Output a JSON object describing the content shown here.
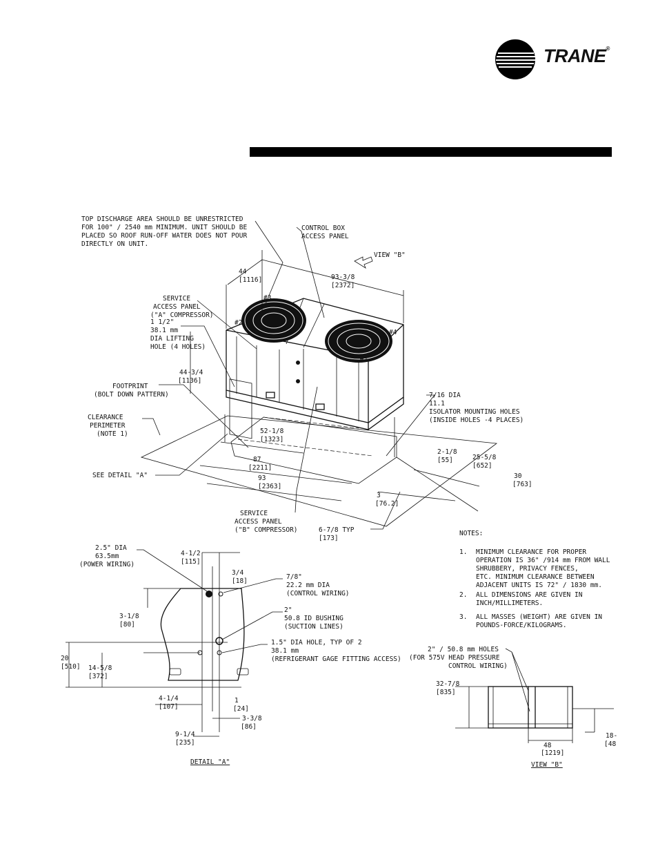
{
  "brand": {
    "name": "TRANE",
    "registered_mark": "®"
  },
  "main_view": {
    "top_discharge_note": [
      "TOP DISCHARGE AREA SHOULD BE UNRESTRICTED",
      "FOR 100\" / 2540 mm MINIMUM.  UNIT SHOULD BE",
      "PLACED SO ROOF RUN-OFF WATER DOES NOT POUR",
      "DIRECTLY ON UNIT."
    ],
    "control_box": [
      "CONTROL BOX",
      "ACCESS PANEL"
    ],
    "view_b_marker": "VIEW \"B\"",
    "dim_44": [
      "44",
      "[1116]"
    ],
    "dim_93_3_8": [
      "93-3/8",
      "[2372]"
    ],
    "service_panel_a": [
      "SERVICE",
      "ACCESS PANEL",
      "(\"A\" COMPRESSOR)"
    ],
    "lifting_hole": [
      "1 1/2\"",
      "38.1 mm",
      "DIA LIFTING",
      "HOLE (4 HOLES)"
    ],
    "dim_44_3_4": [
      "44-3/4",
      "[1136]"
    ],
    "footprint": [
      "FOOTPRINT",
      "(BOLT DOWN PATTERN)"
    ],
    "clearance": [
      "CLEARANCE",
      "PERIMETER",
      "(NOTE 1)"
    ],
    "isolator": [
      "7/16     DIA",
      "11.1",
      "ISOLATOR MOUNTING HOLES",
      "(INSIDE HOLES -4 PLACES)"
    ],
    "dim_52_1_8": [
      "52-1/8",
      "[1323]"
    ],
    "dim_87": [
      "87",
      "[2211]"
    ],
    "dim_93": [
      "93",
      "[2363]"
    ],
    "dim_2_1_8": [
      "2-1/8",
      "[55]"
    ],
    "dim_25_5_8": [
      "25-5/8",
      "[652]"
    ],
    "dim_30": [
      "30",
      "[763]"
    ],
    "dim_3": [
      "3",
      "[76.2]"
    ],
    "see_detail": "SEE DETAIL \"A\"",
    "service_panel_b": [
      "SERVICE",
      "ACCESS PANEL",
      "(\"B\" COMPRESSOR)"
    ],
    "dim_6_7_8": [
      "6-7/8 TYP",
      "[173]"
    ],
    "fan_tags": [
      "#3",
      "#2",
      "#4",
      "#1"
    ]
  },
  "detail_a": {
    "power_hole": [
      "2.5\"      DIA",
      "63.5mm",
      "(POWER WIRING)"
    ],
    "dim_4_1_2": [
      "4-1/2",
      "[115]"
    ],
    "dim_3_4": [
      "3/4",
      "[18]"
    ],
    "control_hole": [
      "7/8\"",
      "22.2 mm  DIA",
      "(CONTROL WIRING)"
    ],
    "dim_3_1_8": [
      "3-1/8",
      "[80]"
    ],
    "suction": [
      "2\"",
      "50.8   ID BUSHING",
      "(SUCTION LINES)"
    ],
    "gage_hole": [
      "1.5\"      DIA HOLE, TYP OF 2",
      "38.1 mm",
      "(REFRIGERANT GAGE FITTING ACCESS)"
    ],
    "dim_20": [
      "20",
      "[510]"
    ],
    "dim_14_5_8": [
      "14-5/8",
      "[372]"
    ],
    "dim_4_1_4": [
      "4-1/4",
      "[107]"
    ],
    "dim_1": [
      "1",
      "[24]"
    ],
    "dim_3_3_8": [
      "3-3/8",
      "[86]"
    ],
    "dim_9_1_4": [
      "9-1/4",
      "[235]"
    ],
    "caption": "DETAIL \"A\""
  },
  "notes": {
    "heading": "NOTES:",
    "items": [
      {
        "num": "1.",
        "lines": [
          "MINIMUM CLEARANCE FOR PROPER",
          "OPERATION IS 36\" /914 mm FROM WALL",
          "SHRUBBERY, PRIVACY FENCES,",
          "ETC.  MINIMUM CLEARANCE BETWEEN",
          "ADJACENT UNITS IS 72\" / 1830 mm."
        ]
      },
      {
        "num": "2.",
        "lines": [
          "ALL DIMENSIONS ARE GIVEN IN",
          "INCH/MILLIMETERS."
        ]
      },
      {
        "num": "3.",
        "lines": [
          "ALL MASSES (WEIGHT) ARE GIVEN IN",
          "POUNDS-FORCE/KILOGRAMS."
        ]
      }
    ]
  },
  "view_b": {
    "holes": [
      "2\" / 50.8 mm HOLES",
      "(FOR 575V HEAD PRESSURE",
      "CONTROL WIRING)"
    ],
    "dim_32_7_8": [
      "32-7/8",
      "[835]"
    ],
    "dim_48": [
      "48",
      "[1219]"
    ],
    "dim_18": [
      "18-",
      "[48"
    ],
    "caption": "VIEW \"B\""
  }
}
